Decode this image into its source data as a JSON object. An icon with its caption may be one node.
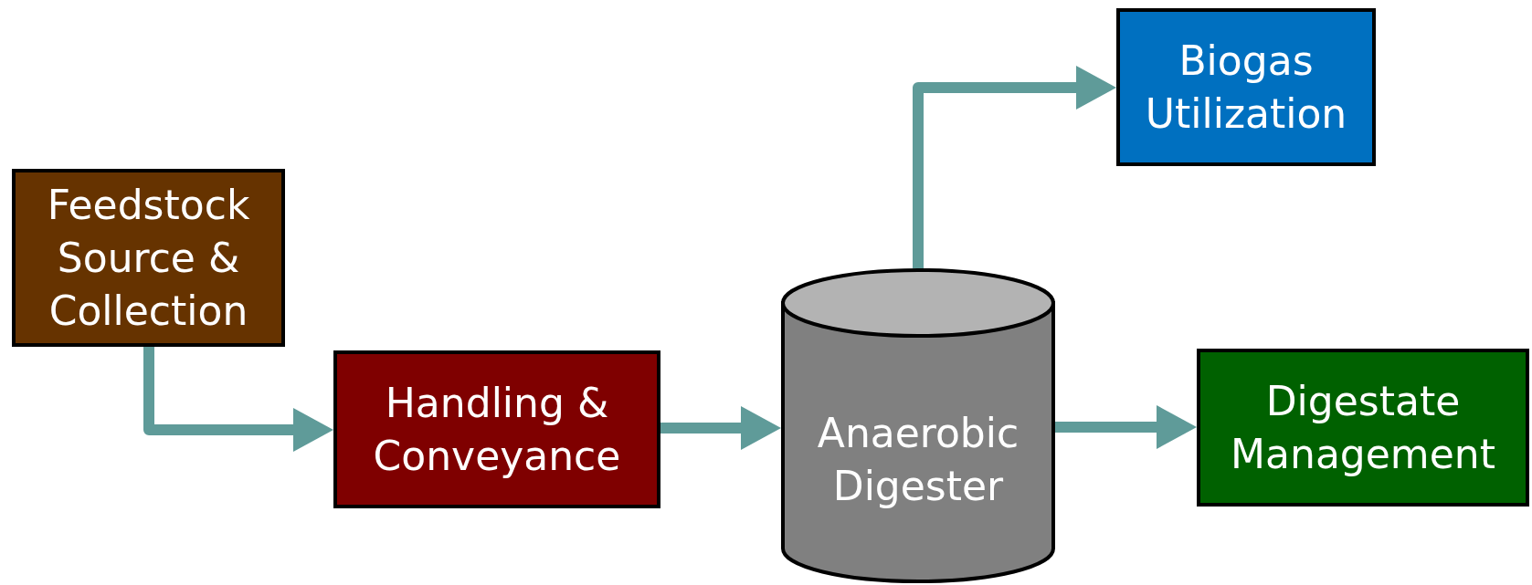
{
  "diagram": {
    "nodes": [
      {
        "text": [
          "Feedstock Source & Collection"
        ]
      },
      {
        "text": [
          "Handling & Conveyance"
        ]
      },
      {
        "text": [
          "Anaerobic Digester"
        ]
      },
      {
        "text": [
          "Biogas Utilization"
        ]
      },
      {
        "text": [
          "Digestate Management"
        ]
      }
    ],
    "edges": [
      {
        "from": 0,
        "to": 1,
        "arrow": "to"
      },
      {
        "from": 1,
        "to": 2,
        "arrow": "to"
      },
      {
        "from": 2,
        "to": 3,
        "arrow": "to"
      },
      {
        "from": 2,
        "to": 4,
        "arrow": "to"
      }
    ]
  }
}
